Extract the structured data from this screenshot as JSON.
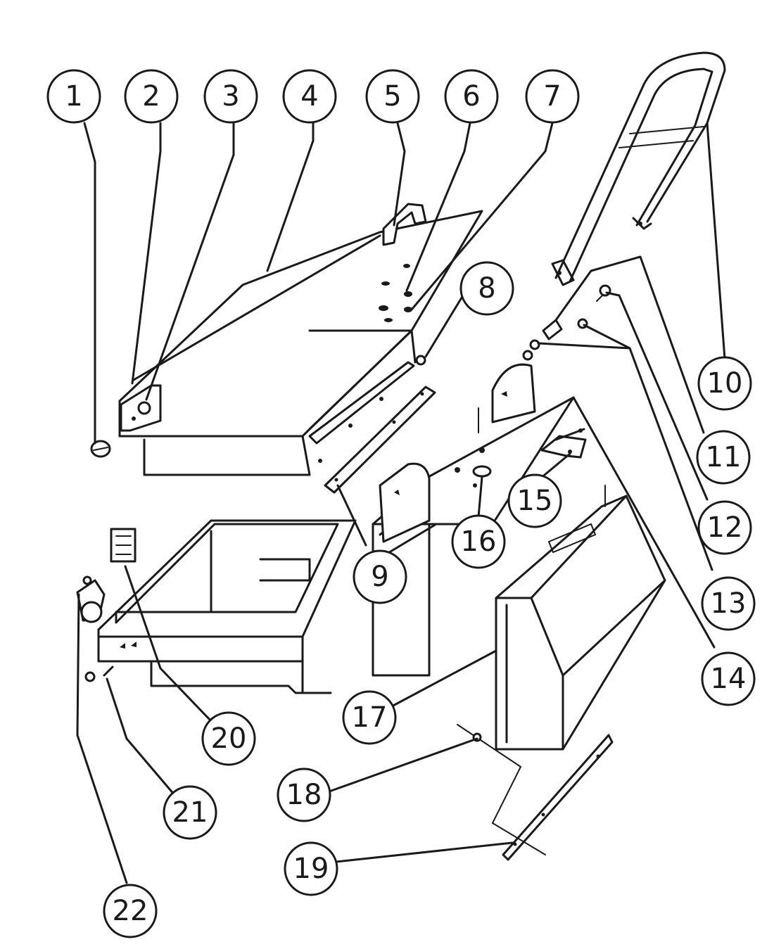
{
  "diagram": {
    "callouts": [
      {
        "id": 1,
        "label": "1"
      },
      {
        "id": 2,
        "label": "2"
      },
      {
        "id": 3,
        "label": "3"
      },
      {
        "id": 4,
        "label": "4"
      },
      {
        "id": 5,
        "label": "5"
      },
      {
        "id": 6,
        "label": "6"
      },
      {
        "id": 7,
        "label": "7"
      },
      {
        "id": 8,
        "label": "8"
      },
      {
        "id": 9,
        "label": "9"
      },
      {
        "id": 10,
        "label": "10"
      },
      {
        "id": 11,
        "label": "11"
      },
      {
        "id": 12,
        "label": "12"
      },
      {
        "id": 13,
        "label": "13"
      },
      {
        "id": 14,
        "label": "14"
      },
      {
        "id": 15,
        "label": "15"
      },
      {
        "id": 16,
        "label": "16"
      },
      {
        "id": 17,
        "label": "17"
      },
      {
        "id": 18,
        "label": "18"
      },
      {
        "id": 19,
        "label": "19"
      },
      {
        "id": 20,
        "label": "20"
      },
      {
        "id": 21,
        "label": "21"
      },
      {
        "id": 22,
        "label": "22"
      }
    ],
    "colors": {
      "ink": "#1a1a1a",
      "paper": "#ffffff"
    }
  }
}
